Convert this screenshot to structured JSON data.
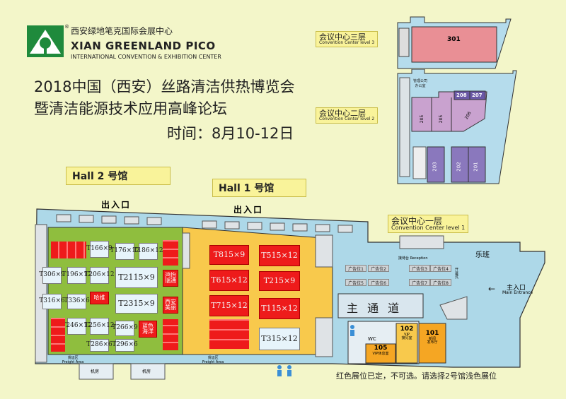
{
  "venue": {
    "name_cn": "西安绿地笔克国际会展中心",
    "name_en": "XIAN GREENLAND PICO",
    "name_sub": "INTERNATIONAL CONVENTION & EXHIBITION CENTER",
    "registered_mark": "®"
  },
  "event": {
    "title_line1": "2018中国（西安）丝路清洁供热博览会",
    "title_line2": "暨清洁能源技术应用高峰论坛",
    "date_line": "时间：8月10-12日"
  },
  "levels": {
    "level3": {
      "cn": "会议中心三层",
      "en": "Convention Center level 3",
      "rooms": [
        "301"
      ]
    },
    "level2": {
      "cn": "会议中心二层",
      "en": "Convention Center level 2",
      "rooms": [
        "208",
        "207",
        "205",
        "205",
        "206",
        "203",
        "202",
        "201"
      ],
      "office": "管理公司\n办公室"
    },
    "level1": {
      "cn": "会议中心一层",
      "en": "Convention Center level 1"
    }
  },
  "halls": {
    "hall2": "Hall 2 号馆",
    "hall1": "Hall 1 号馆"
  },
  "entrances": {
    "hall2_entry": "出入口",
    "hall1_entry": "出入口",
    "main_entry_cn": "主入口",
    "main_entry_en": "Main Entrance"
  },
  "labels": {
    "main_passage": "主 通 道",
    "lebang": "乐班",
    "reception": "接待台 Reception",
    "kaimen": "开幕式",
    "wc": "WC",
    "freight1": "货运区\nFreight Area",
    "freight2": "货运区\nFreight Area",
    "machine": "机房",
    "legend": "红色展位已定，不可选。请选择2号馆浅色展位"
  },
  "hall2_booths": [
    {
      "id": "T16",
      "size": "6×9"
    },
    {
      "id": "T17",
      "size": "6×12"
    },
    {
      "id": "T18",
      "size": "6×12"
    },
    {
      "id": "T30",
      "size": "6×9"
    },
    {
      "id": "T19",
      "size": "6×12"
    },
    {
      "id": "T20",
      "size": "6×12"
    },
    {
      "id": "T21",
      "size": "15×9"
    },
    {
      "id": "T31",
      "size": "6×6"
    },
    {
      "id": "T33",
      "size": "6×6"
    },
    {
      "id": "T23",
      "size": "15×9"
    },
    {
      "id": "T24",
      "size": "6×12"
    },
    {
      "id": "T25",
      "size": "6×12"
    },
    {
      "id": "T26",
      "size": "6×9"
    },
    {
      "id": "T28",
      "size": "6×6"
    },
    {
      "id": "T29",
      "size": "6×6"
    }
  ],
  "hall2_taken": [
    "哈维",
    "鸿怡\n瑞通",
    "西安\n美丽",
    "蓝色\n海洋"
  ],
  "hall1_booths": [
    {
      "id": "T8",
      "size": "15×9"
    },
    {
      "id": "T5",
      "size": "15×12"
    },
    {
      "id": "T6",
      "size": "15×12"
    },
    {
      "id": "T2",
      "size": "15×9"
    },
    {
      "id": "T1",
      "size": "15×12"
    },
    {
      "id": "T7",
      "size": "15×12"
    },
    {
      "id": "T3",
      "size": "15×12"
    }
  ],
  "ad_slots": [
    "广告位1",
    "广告位2",
    "广告位3",
    "广告位4",
    "广告位5",
    "广告位6",
    "广告位7",
    "广告位8"
  ],
  "rooms_l1": [
    {
      "id": "102",
      "sub": "VIP\n接见室"
    },
    {
      "id": "101",
      "sub": "新闻\n发布厅"
    },
    {
      "id": "105",
      "sub": "VIP休息室"
    }
  ],
  "colors": {
    "hall2": "#8fbe3e",
    "hall1": "#f8c94c",
    "passage": "#add8e8",
    "taken": "#ee1b1b",
    "available": "#e7f4fb",
    "room301": "#e98f95",
    "room205": "#c9a2cf",
    "room203": "#8a78bd"
  }
}
